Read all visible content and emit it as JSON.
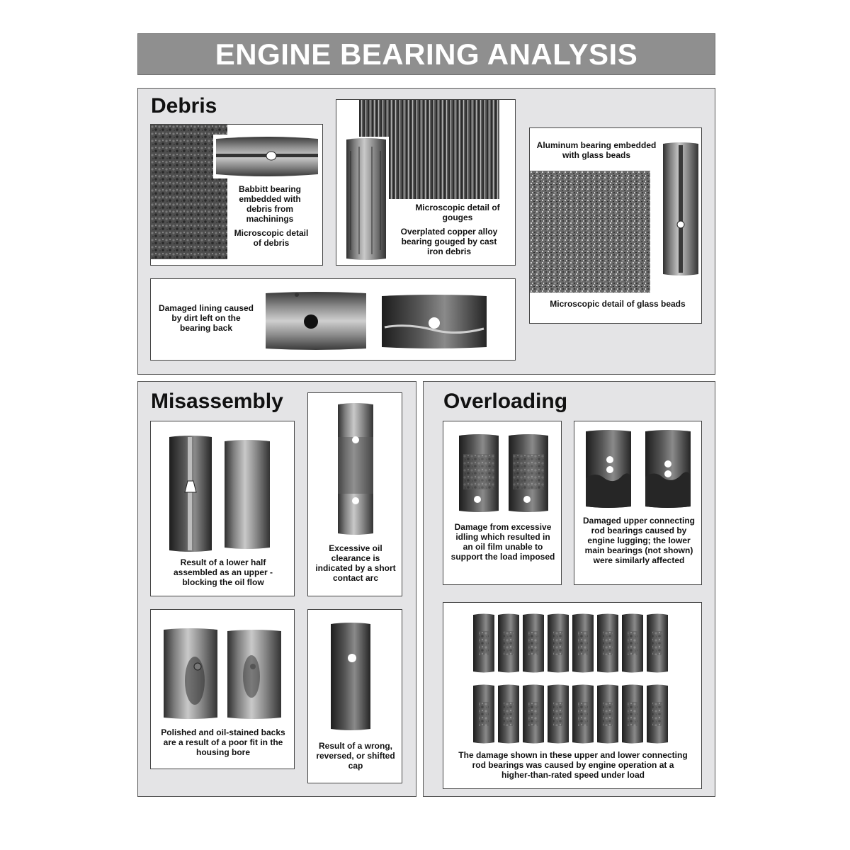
{
  "title": "ENGINE BEARING ANALYSIS",
  "debris": {
    "heading": "Debris",
    "card1": {
      "caption_a": "Babbitt bearing embedded with debris from machinings",
      "caption_b": "Microscopic detail of debris"
    },
    "card2": {
      "caption_a": "Microscopic detail of gouges",
      "caption_b": "Overplated copper alloy bearing gouged by cast iron debris"
    },
    "card3": {
      "caption_a": "Aluminum bearing embedded with glass beads",
      "caption_b": "Microscopic detail of glass beads"
    },
    "card4": {
      "caption": "Damaged lining caused by dirt left on the bearing back"
    }
  },
  "misassembly": {
    "heading": "Misassembly",
    "card1": {
      "caption": "Result of a lower half assembled as an upper - blocking the oil flow"
    },
    "card2": {
      "caption": "Excessive oil clearance is indicated by a short contact arc"
    },
    "card3": {
      "caption": "Polished and oil-stained backs are a result of a poor fit in the housing bore"
    },
    "card4": {
      "caption": "Result of a wrong, reversed, or shifted cap"
    }
  },
  "overloading": {
    "heading": "Overloading",
    "card1": {
      "caption": "Damage from excessive idling which resulted in an oil film unable to support the load imposed"
    },
    "card2": {
      "caption": "Damaged upper connecting rod bearings caused by engine lugging; the lower main bearings (not shown) were similarly affected"
    },
    "card3": {
      "caption": "The damage shown in these upper and lower connecting rod bearings was caused by engine operation at a higher-than-rated speed under load"
    }
  }
}
